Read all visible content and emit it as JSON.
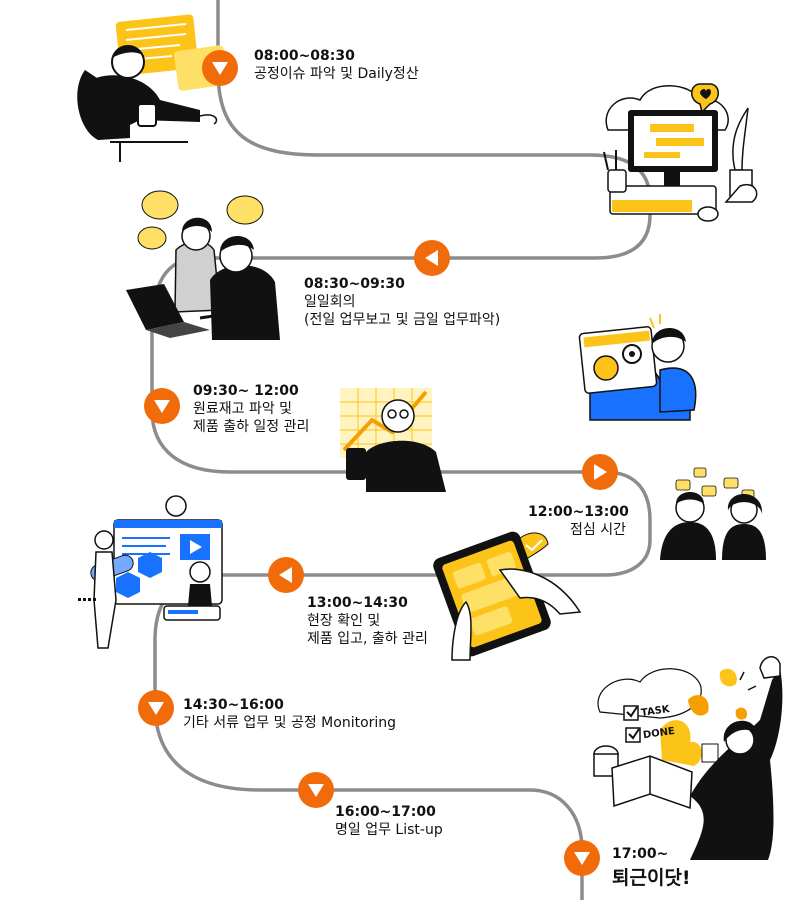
{
  "schedule": [
    {
      "time": "08:00~08:30",
      "desc": "공정이슈 파악 및 Daily정산",
      "arrow": "down"
    },
    {
      "time": "08:30~09:30",
      "desc": "일일회의\n(전일 업무보고 및 금일 업무파악)",
      "arrow": "left"
    },
    {
      "time": "09:30~ 12:00",
      "desc": "원료재고 파악 및\n제품 출하 일정 관리",
      "arrow": "down"
    },
    {
      "time": "12:00~13:00",
      "desc": "점심 시간",
      "arrow": "right"
    },
    {
      "time": "13:00~14:30",
      "desc": "현장 확인 및\n제품 입고, 출하 관리",
      "arrow": "left"
    },
    {
      "time": "14:30~16:00",
      "desc": "기타 서류 업무 및 공정 Monitoring",
      "arrow": "down"
    },
    {
      "time": "16:00~17:00",
      "desc": "명일 업무 List-up",
      "arrow": "down"
    },
    {
      "time": "17:00~",
      "desc": "퇴근이닷!",
      "arrow": "down"
    }
  ],
  "illustrations": {
    "task_note": "TASK",
    "done_note": "DONE"
  },
  "colors": {
    "road": "#8c8c8c",
    "marker": "#f26b0b",
    "accent_yellow": "#fcc419",
    "accent_blue": "#1971ff",
    "ink": "#111111"
  }
}
